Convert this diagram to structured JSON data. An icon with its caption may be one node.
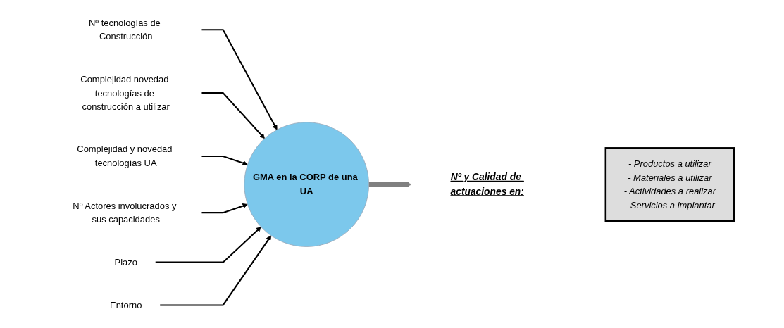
{
  "diagram": {
    "nodes": [
      {
        "text": [
          "Nº tecnologías de Construcción"
        ]
      },
      {
        "text": [
          "Complejidad novedad tecnologías de construcción a utilizar"
        ]
      },
      {
        "text": [
          "Complejidad y novedad tecnologías UA"
        ]
      },
      {
        "text": [
          "GMA en la CORP de una UA"
        ]
      },
      {
        "text": [
          "Nº Actores involucrados y sus capacidades"
        ]
      },
      {
        "text": [
          "Plazo"
        ]
      },
      {
        "text": [
          "Entorno"
        ]
      },
      {
        "text": [
          "Nº y Calidad de actuaciones en:"
        ]
      },
      {
        "text": [
          "- Productos a utilizar",
          "- Materiales a utilizar",
          "- Actividades a realizar",
          "- Servicios a implantar"
        ]
      }
    ],
    "edges": [
      {
        "from": 0,
        "to": 3,
        "arrow": "to"
      },
      {
        "from": 1,
        "to": 3,
        "arrow": "to"
      },
      {
        "from": 2,
        "to": 3,
        "arrow": "to"
      },
      {
        "from": 4,
        "to": 3,
        "arrow": "to"
      },
      {
        "from": 5,
        "to": 3,
        "arrow": "to"
      },
      {
        "from": 6,
        "to": 3,
        "arrow": "to"
      },
      {
        "from": 3,
        "to": 7,
        "arrow": "to",
        "style": "thick",
        "color": "#808080"
      }
    ]
  }
}
